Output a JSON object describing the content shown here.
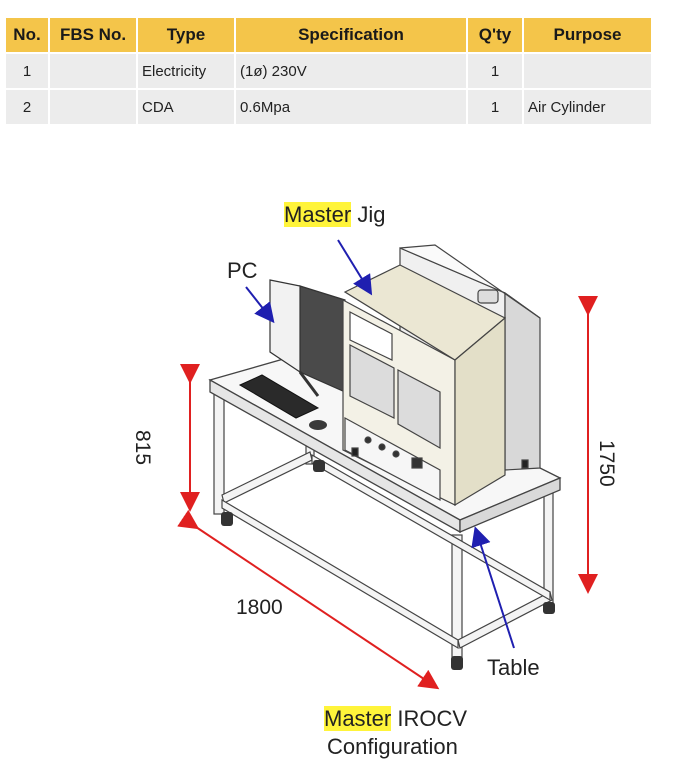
{
  "table": {
    "headers": [
      "No.",
      "FBS No.",
      "Type",
      "Specification",
      "Q'ty",
      "Purpose"
    ],
    "rows": [
      {
        "no": "1",
        "fbs": "",
        "type": "Electricity",
        "spec": "(1ø) 230V",
        "qty": "1",
        "purpose": ""
      },
      {
        "no": "2",
        "fbs": "",
        "type": "CDA",
        "spec": "0.6Mpa",
        "qty": "1",
        "purpose": "Air Cylinder"
      }
    ]
  },
  "labels": {
    "master_jig_highlight": "Master",
    "master_jig_rest": "Jig",
    "pc": "PC",
    "table": "Table",
    "caption_highlight": "Master",
    "caption_rest": "IROCV",
    "caption_line2": "Configuration"
  },
  "dimensions": {
    "height_table": "815",
    "length": "1800",
    "height_total": "1750"
  },
  "colors": {
    "header_bg": "#f4c54a",
    "row_bg": "#ececec",
    "highlight": "#fff43a",
    "arrow_blue": "#1f1fb0",
    "dimension_red": "#e02020"
  }
}
